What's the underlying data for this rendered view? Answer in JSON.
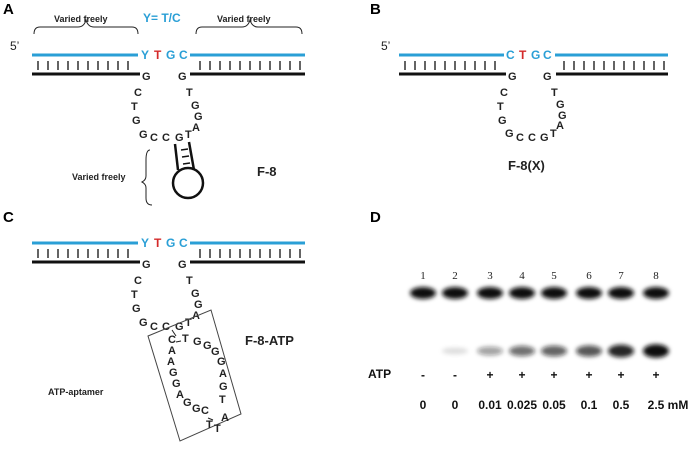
{
  "panels": {
    "A": {
      "letter": "A",
      "five_prime": "5’",
      "y_note": "Y= T/C",
      "varied_left": "Varied freely",
      "varied_right": "Varied freely",
      "varied_loop": "Varied freely",
      "name": "F-8",
      "core": [
        "Y",
        "T",
        "G",
        "C"
      ],
      "left_stem": [
        "G",
        "C",
        "T",
        "G",
        "G",
        "C",
        "C"
      ],
      "right_stem": [
        "G",
        "T",
        "G",
        "G",
        "A",
        "T",
        "G"
      ]
    },
    "B": {
      "letter": "B",
      "five_prime": "5’",
      "name": "F-8(X)",
      "core": [
        "C",
        "T",
        "G",
        "C"
      ],
      "left_stem": [
        "G",
        "C",
        "T",
        "G",
        "G",
        "C",
        "C"
      ],
      "right_stem": [
        "G",
        "T",
        "G",
        "G",
        "A",
        "T",
        "G"
      ]
    },
    "C": {
      "letter": "C",
      "name": "F-8-ATP",
      "aptamer_label": "ATP-aptamer",
      "core": [
        "Y",
        "T",
        "G",
        "C"
      ],
      "left_stem": [
        "G",
        "C",
        "T",
        "G",
        "G",
        "C",
        "C"
      ],
      "right_stem": [
        "G",
        "T",
        "G",
        "G",
        "A",
        "T",
        "G"
      ],
      "aptamer_left": [
        "C",
        "A",
        "A",
        "G",
        "G",
        "A",
        "G",
        "G",
        "C"
      ],
      "aptamer_right": [
        "T",
        "G",
        "G",
        "G",
        "G",
        "A",
        "G",
        "T"
      ],
      "aptamer_tail": [
        "T",
        "T",
        "A"
      ]
    },
    "D": {
      "letter": "D",
      "lanes": [
        "1",
        "2",
        "3",
        "4",
        "5",
        "6",
        "7",
        "8"
      ],
      "atp_label": "ATP",
      "atp_signs": [
        "-",
        "-",
        "+",
        "+",
        "+",
        "+",
        "+",
        "+"
      ],
      "concentrations": [
        "0",
        "0",
        "0.01",
        "0.025",
        "0.05",
        "0.1",
        "0.5",
        "2.5 mM"
      ],
      "cleaved_band_intensity": [
        0,
        0.08,
        0.35,
        0.55,
        0.6,
        0.65,
        0.85,
        0.95
      ]
    }
  },
  "colors": {
    "blue": "#2a9fd6",
    "red": "#d42a2a",
    "black": "#000000"
  }
}
